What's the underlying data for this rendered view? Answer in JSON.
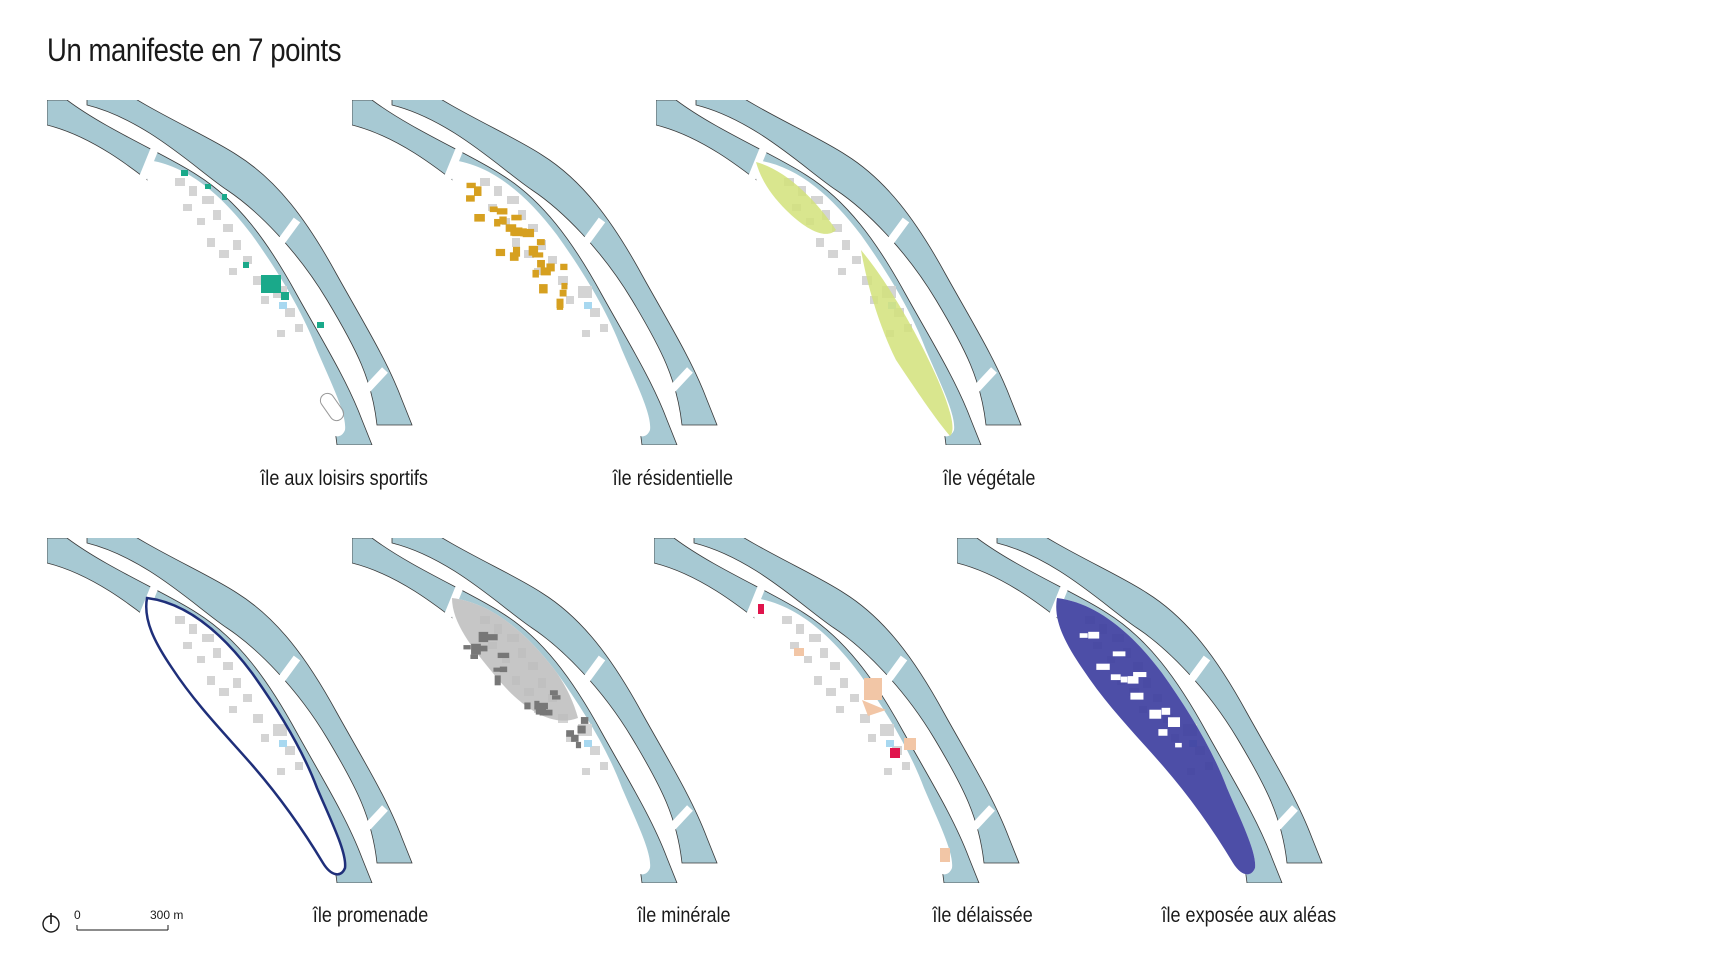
{
  "title": "Un manifeste en 7 points",
  "colors": {
    "water": "#a7c9d3",
    "water_edge": "#3a3a3a",
    "bank": "#ffffff",
    "building": "#d4d4d4",
    "pool": "#a8d8f0",
    "sport": "#1aa98a",
    "residential": "#d6a020",
    "vegetation": "#d2e27a",
    "promenade": "#1f2f7a",
    "mineral": "#777777",
    "abandoned": "#f2c6a6",
    "abandoned_accent": "#e0144c",
    "hazard": "#3e3fa0"
  },
  "panels": [
    {
      "id": "sport",
      "caption": "île aux loisirs sportifs"
    },
    {
      "id": "residential",
      "caption": "île résidentielle"
    },
    {
      "id": "vegetation",
      "caption": "île végétale"
    },
    {
      "id": "promenade",
      "caption": "île promenade"
    },
    {
      "id": "mineral",
      "caption": "île minérale"
    },
    {
      "id": "abandoned",
      "caption": "île délaissée"
    },
    {
      "id": "hazard",
      "caption": "île exposée aux aléas"
    }
  ],
  "scale": {
    "start": "0",
    "end": "300 m"
  },
  "north_icon": "north-arrow-icon"
}
